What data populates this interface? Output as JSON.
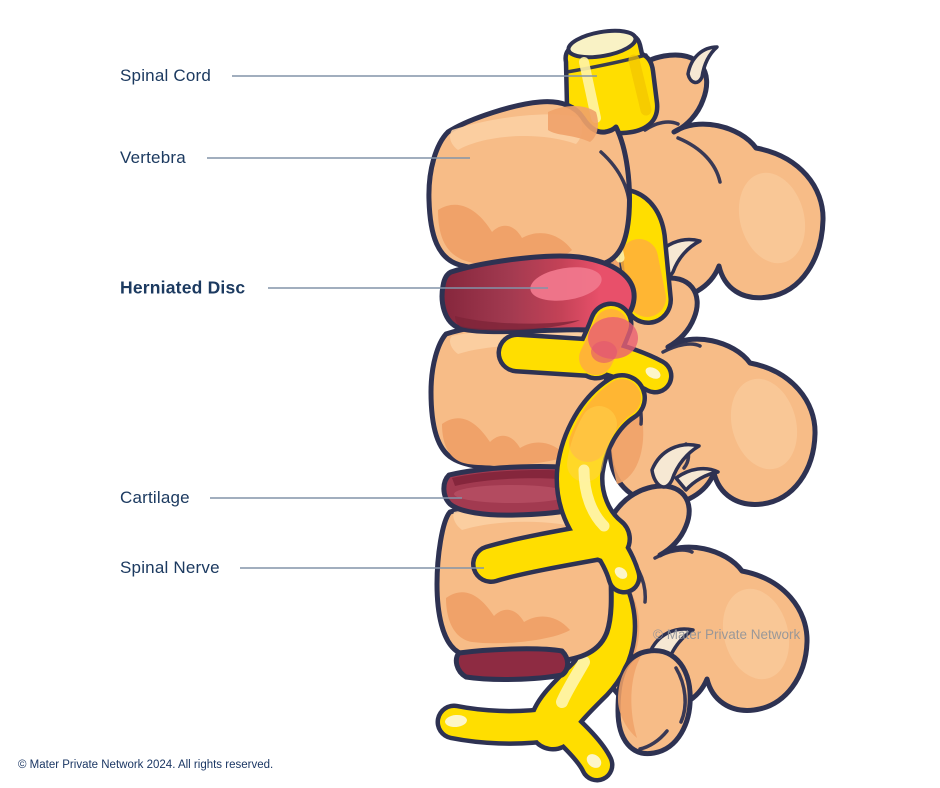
{
  "page": {
    "background": "#FFFFFF"
  },
  "figure": {
    "alt": "Cartoon lateral view of three lumbar vertebrae with a herniated disc bulging backward and pressing on a yellow spinal nerve",
    "watermark": "© Mater Private Network"
  },
  "labels": [
    {
      "id": "spinal-cord",
      "text": "Spinal Cord",
      "emphasis": false
    },
    {
      "id": "vertebra",
      "text": "Vertebra",
      "emphasis": false
    },
    {
      "id": "herniated-disc",
      "text": "Herniated Disc",
      "emphasis": true
    },
    {
      "id": "cartilage",
      "text": "Cartilage",
      "emphasis": false
    },
    {
      "id": "spinal-nerve",
      "text": "Spinal Nerve",
      "emphasis": false
    }
  ],
  "footer": {
    "copyright": "© Mater Private Network 2024. All rights reserved."
  },
  "colors": {
    "background": "#FFFFFF",
    "outline": "#2E3252",
    "bone": "#F7BC87",
    "boneShade": "#F0A269",
    "boneLight": "#FBCFA3",
    "discDark": "#85263C",
    "disc": "#A23A50",
    "discBulge": "#E8506A",
    "discBulgeHi": "#F0778C",
    "nerve": "#FFDE00",
    "nerveHi": "#FFF3A6",
    "nerveShade": "#F2C500",
    "inflamed": "#FFAF3C",
    "inflamedGlow": "#E95F74",
    "cartilage": "#F6E8D3",
    "labelText": "#1C3A60",
    "leader": "#8293A9",
    "watermark": "#909399",
    "footerText": "#1B3764"
  }
}
